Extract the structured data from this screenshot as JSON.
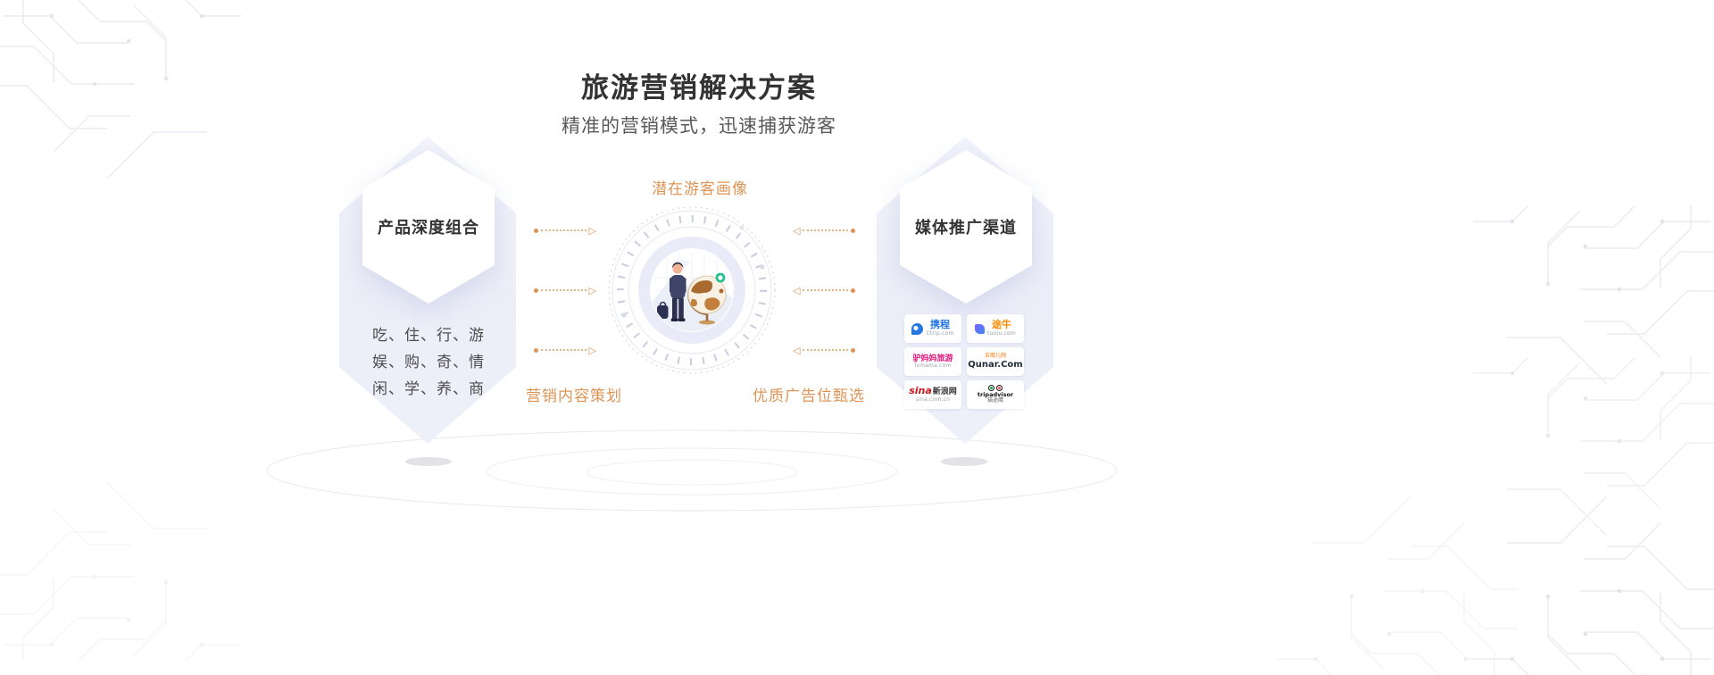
{
  "page": {
    "title": "旅游营销解决方案",
    "subtitle": "精准的营销模式，迅速捕获游客"
  },
  "left_card": {
    "title": "产品深度组合",
    "lines": [
      "吃、住、行、游",
      "娱、购、奇、情",
      "闲、学、养、商"
    ]
  },
  "center": {
    "top_label": "潜在游客画像",
    "bottom_left_label": "营销内容策划",
    "bottom_right_label": "优质广告位甄选"
  },
  "right_card": {
    "title": "媒体推广渠道",
    "logos": [
      {
        "name": "ctrip",
        "zh": "携程",
        "en": "Ctrip.com"
      },
      {
        "name": "tuniu",
        "zh": "途牛",
        "en": "tuniu.com"
      },
      {
        "name": "lvmama",
        "zh": "驴妈妈旅游",
        "en": "lvmama.com"
      },
      {
        "name": "qunar",
        "zh": "去哪儿网",
        "en": "Qunar.Com"
      },
      {
        "name": "sina",
        "zh": "新浪网",
        "en": "sina",
        "sub": "sina.com.cn"
      },
      {
        "name": "tripadvisor",
        "zh": "猫途鹰",
        "en": "tripadvisor"
      }
    ]
  },
  "colors": {
    "accent_orange": "#DE9455",
    "hex_fill": "#EEF0F9",
    "title_text": "#333333"
  }
}
